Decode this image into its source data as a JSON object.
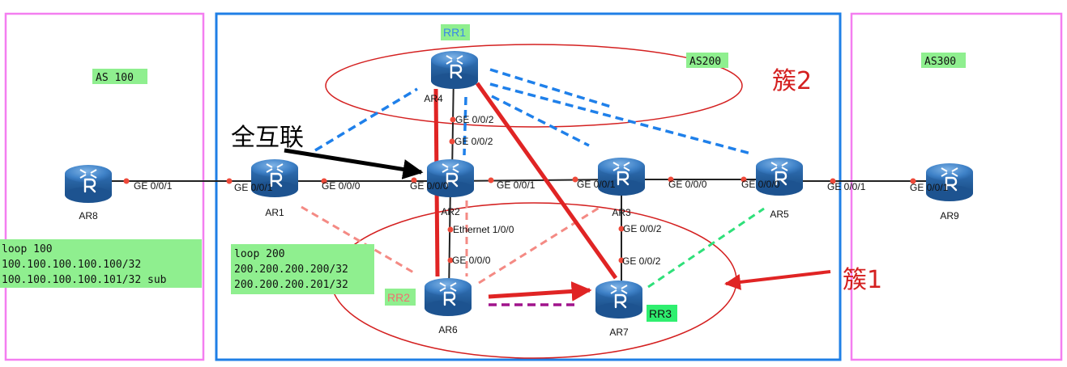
{
  "colors": {
    "as_box_side": "#f47ef0",
    "as_box_center": "#1f7fe6",
    "label_bg": "#8fef8f",
    "cluster": "#d42020",
    "blue_dash": "#1f80ea",
    "pink_dash": "#f48a84",
    "green_dash": "#2fe07a",
    "purple_dash": "#a0148c",
    "red_line": "#e02424"
  },
  "as_labels": {
    "as100": "AS 100",
    "as200": "AS200",
    "as300": "AS300"
  },
  "routers": {
    "AR1": {
      "name": "AR1"
    },
    "AR2": {
      "name": "AR2"
    },
    "AR3": {
      "name": "AR3"
    },
    "AR4": {
      "name": "AR4"
    },
    "AR5": {
      "name": "AR5"
    },
    "AR6": {
      "name": "AR6"
    },
    "AR7": {
      "name": "AR7"
    },
    "AR8": {
      "name": "AR8"
    },
    "AR9": {
      "name": "AR9"
    }
  },
  "role_tags": {
    "rr1": "RR1",
    "rr2": "RR2",
    "rr3": "RR3"
  },
  "clusters": {
    "cluster1": "簇1",
    "cluster2": "簇2",
    "full_mesh": "全互联"
  },
  "ports": {
    "ar8_right": "GE 0/0/1",
    "ar1_left": "GE 0/0/1",
    "ar1_right": "GE 0/0/0",
    "ar2_left": "GE 0/0/0",
    "ar2_right": "GE 0/0/1",
    "ar3_left": "GE 0/0/1",
    "ar3_right": "GE 0/0/0",
    "ar5_left": "GE 0/0/0",
    "ar5_right": "GE 0/0/1",
    "ar9_left": "GE 0/0/1",
    "ar4_down": "GE 0/0/2",
    "ar2_up": "GE 0/0/2",
    "ar2_down": "Ethernet 1/0/0",
    "ar6_up": "GE 0/0/0",
    "ar3_down": "GE 0/0/2",
    "ar7_up": "GE 0/0/2"
  },
  "loopbacks": {
    "as100": [
      "loop 100",
      "100.100.100.100.100/32",
      "100.100.100.100.101/32 sub"
    ],
    "as200": [
      "loop 200",
      "200.200.200.200/32",
      "200.200.200.201/32"
    ]
  }
}
